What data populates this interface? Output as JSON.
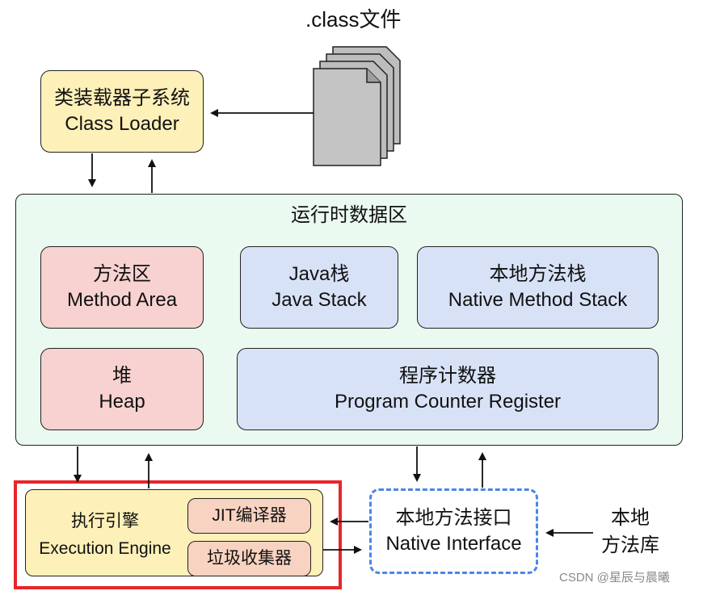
{
  "class_file": {
    "label": ".class文件"
  },
  "class_loader": {
    "zh": "类装载器子系统",
    "en": "Class Loader"
  },
  "runtime_area": {
    "title": "运行时数据区",
    "method_area": {
      "zh": "方法区",
      "en": "Method Area"
    },
    "java_stack": {
      "zh": "Java栈",
      "en": "Java Stack"
    },
    "native_method_stack": {
      "zh": "本地方法栈",
      "en": "Native Method Stack"
    },
    "heap": {
      "zh": "堆",
      "en": "Heap"
    },
    "pc_register": {
      "zh": "程序计数器",
      "en": "Program Counter Register"
    }
  },
  "execution_engine": {
    "zh": "执行引擎",
    "en": "Execution Engine",
    "jit": "JIT编译器",
    "gc": "垃圾收集器"
  },
  "native_interface": {
    "zh": "本地方法接口",
    "en": "Native Interface"
  },
  "native_library": {
    "line1": "本地",
    "line2": "方法库"
  },
  "watermark": "CSDN @星辰与晨曦",
  "colors": {
    "highlight": "#e8252a",
    "dashed_border": "#4a86e8",
    "yellow": "#fdf0b8",
    "green": "#eafaf0",
    "red": "#f7d2d0",
    "blue": "#d8e2f7",
    "orange": "#f9d3c1"
  }
}
